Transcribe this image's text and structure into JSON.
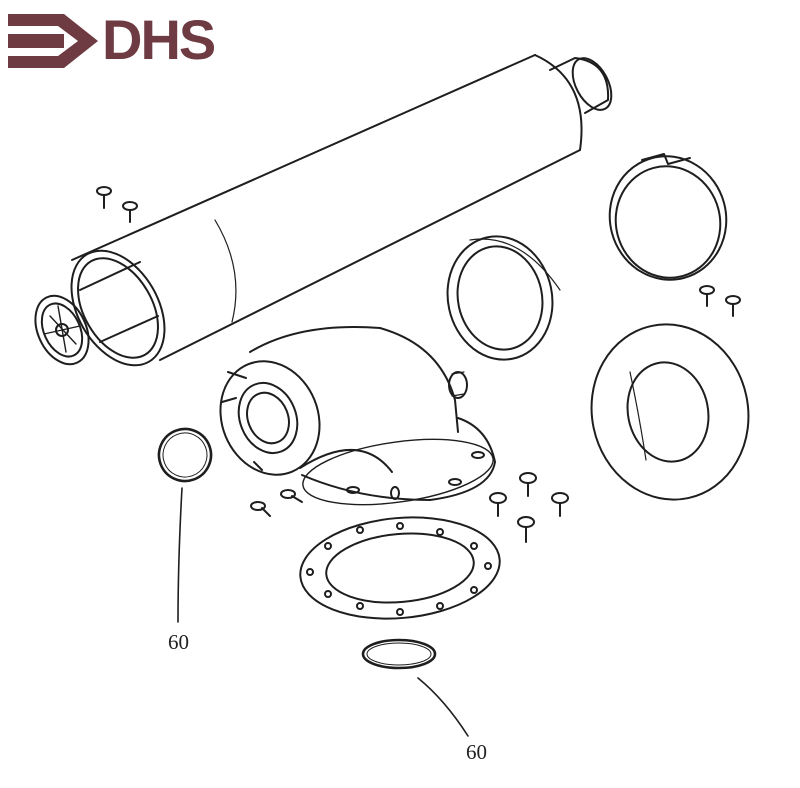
{
  "logo": {
    "text": "DHS",
    "color": "#6e3b43"
  },
  "callouts": [
    {
      "label": "60",
      "part": "o-ring-small"
    },
    {
      "label": "60",
      "part": "o-ring-bottom"
    }
  ],
  "colors": {
    "line": "#1e1e1e",
    "logo": "#6e3b43"
  },
  "icons": [
    "screw-icon"
  ]
}
